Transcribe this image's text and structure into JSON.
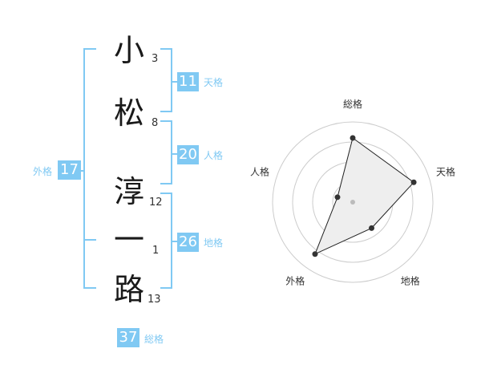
{
  "name_chars": [
    {
      "char": "小",
      "strokes": "3"
    },
    {
      "char": "松",
      "strokes": "8"
    },
    {
      "char": "淳",
      "strokes": "12"
    },
    {
      "char": "一",
      "strokes": "1"
    },
    {
      "char": "路",
      "strokes": "13"
    }
  ],
  "kakusu": {
    "tenkaku": {
      "value": "11",
      "label": "天格"
    },
    "jinkaku": {
      "value": "20",
      "label": "人格"
    },
    "chikaku": {
      "value": "26",
      "label": "地格"
    },
    "gaikaku": {
      "value": "17",
      "label": "外格"
    },
    "soukaku": {
      "value": "37",
      "label": "総格"
    }
  },
  "colors": {
    "accent": "#80c9f3",
    "radar_fill": "#eeeeee",
    "radar_grid": "#cccccc",
    "point": "#333333"
  },
  "chart_data": {
    "type": "radar",
    "axes": [
      "総格",
      "天格",
      "地格",
      "外格",
      "人格"
    ],
    "scale": [
      0,
      5
    ],
    "rings": 4,
    "values": [
      4,
      4,
      2,
      4,
      1
    ]
  }
}
